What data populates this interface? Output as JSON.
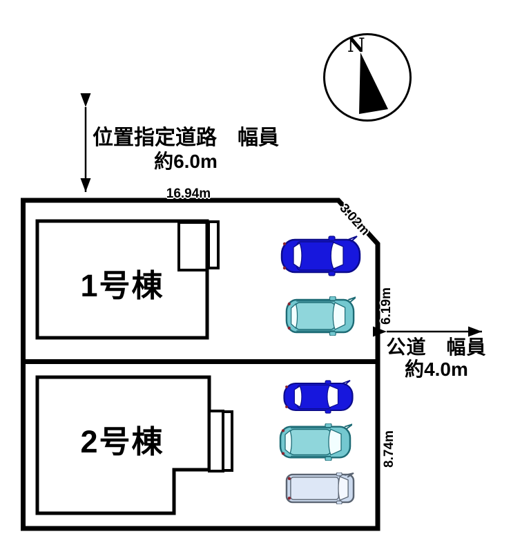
{
  "compass": {
    "label": "N"
  },
  "left_road": {
    "line1": "位置指定道路　幅員",
    "line2": "約6.0m"
  },
  "right_road": {
    "line1": "公道　幅員",
    "line2": "約4.0m"
  },
  "dimensions": {
    "top_width": "16.94m",
    "corner_cut": "3.02m",
    "right_upper": "6.19m",
    "right_lower": "8.74m"
  },
  "buildings": [
    {
      "label": "1号棟"
    },
    {
      "label": "2号棟"
    }
  ],
  "cars": [
    {
      "name": "blue-sedan",
      "body": "#1717dd",
      "roof": "#1717dd",
      "outline": "#0b0b8c",
      "glass": "#ffffff"
    },
    {
      "name": "teal-hatchback",
      "body": "#74c8d0",
      "roof": "#8fd6db",
      "outline": "#1d6b75",
      "glass": "#f2feff"
    },
    {
      "name": "blue-sedan",
      "body": "#1717dd",
      "roof": "#1717dd",
      "outline": "#0b0b8c",
      "glass": "#ffffff"
    },
    {
      "name": "teal-hatchback",
      "body": "#74c8d0",
      "roof": "#8fd6db",
      "outline": "#1d6b75",
      "glass": "#f2feff"
    },
    {
      "name": "pale-van",
      "body": "#ccdaee",
      "roof": "#dde7f6",
      "outline": "#5a6472",
      "glass": "#f4f8ff"
    }
  ],
  "colors": {
    "line": "#000000",
    "background": "#ffffff"
  }
}
